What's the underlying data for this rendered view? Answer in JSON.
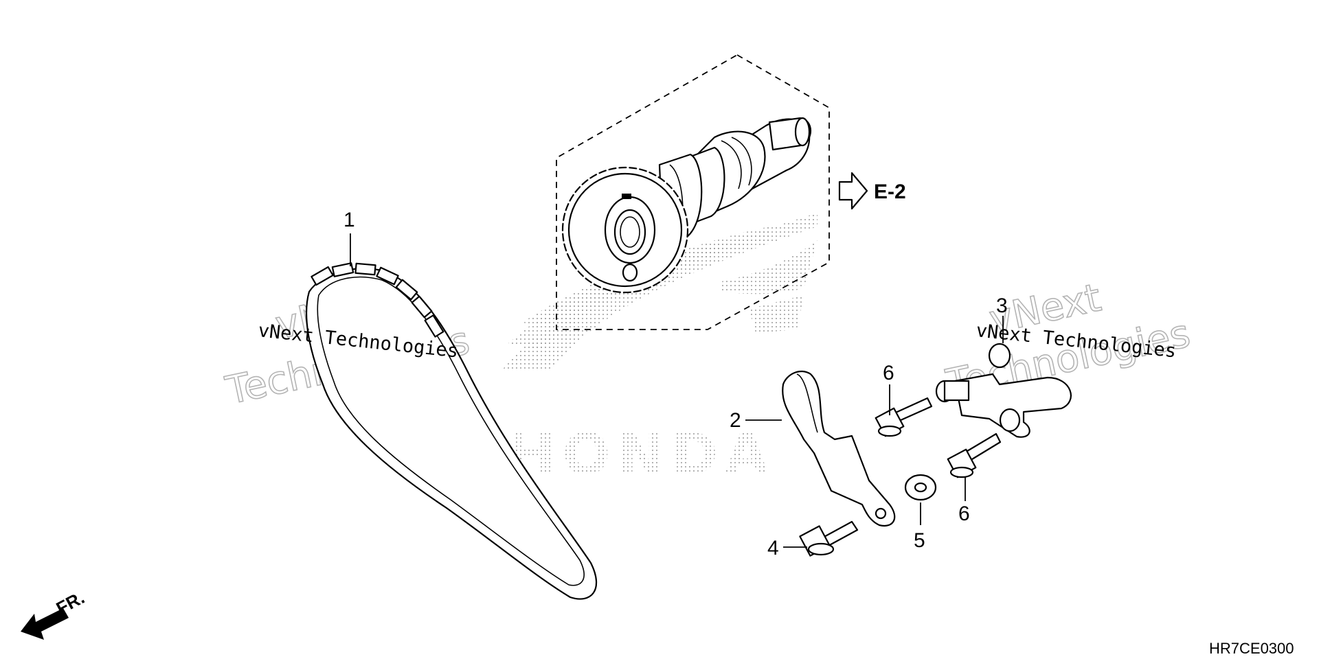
{
  "diagram": {
    "callouts": [
      {
        "id": "1",
        "text": "1"
      },
      {
        "id": "2",
        "text": "2"
      },
      {
        "id": "3",
        "text": "3"
      },
      {
        "id": "4",
        "text": "4"
      },
      {
        "id": "5",
        "text": "5"
      },
      {
        "id": "6a",
        "text": "6"
      },
      {
        "id": "6b",
        "text": "6"
      }
    ],
    "reference": "E-2",
    "front_indicator": "FR.",
    "diagram_code": "HR7CE0300",
    "watermarks": {
      "brand_word": "vNext",
      "brand_tail": "Technologies",
      "brand_full": "vNext Technologies",
      "logo_text": "HONDA"
    }
  }
}
